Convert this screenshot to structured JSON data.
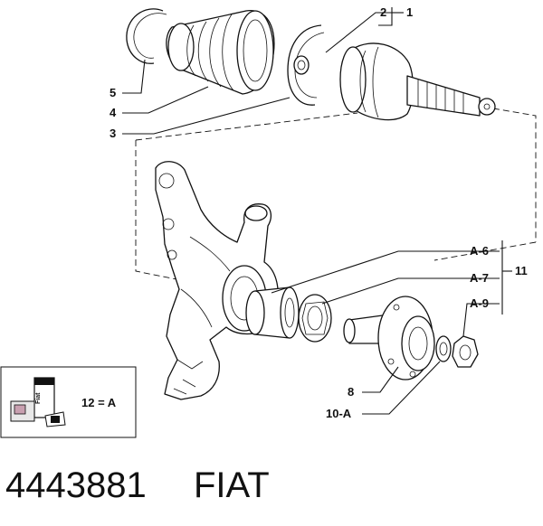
{
  "callouts": {
    "c1": "1",
    "c2": "2",
    "c3": "3",
    "c4": "4",
    "c5": "5",
    "c8": "8",
    "c10a": "10-A",
    "c11": "11",
    "a6": "A-6",
    "a7": "A-7",
    "a9": "A-9"
  },
  "legend": {
    "equation": "12 = A",
    "tube_text": "Fiat"
  },
  "footer": {
    "part_number": "4443881",
    "brand": "FIAT"
  }
}
